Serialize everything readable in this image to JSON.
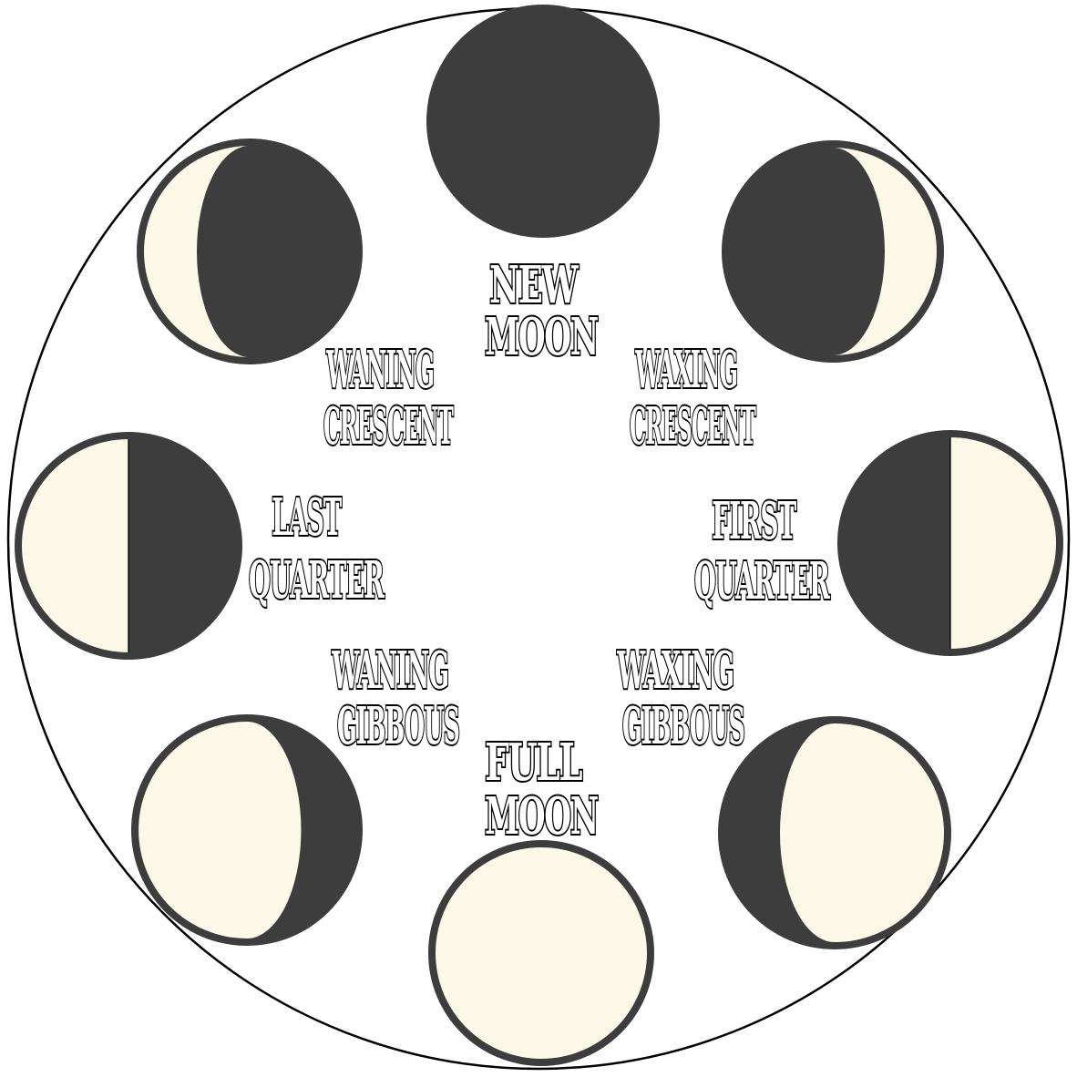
{
  "colors": {
    "dark": "#3d3d3d",
    "light": "#fdf9e9",
    "outline": "#3d3d3d",
    "frame": "#000000",
    "background": "#ffffff"
  },
  "phases": [
    {
      "key": "new_moon",
      "lines": [
        "NEW",
        "MOON"
      ],
      "lit_fraction": 0,
      "lit_side": "none"
    },
    {
      "key": "waxing_crescent",
      "lines": [
        "WAXING",
        "CRESCENT"
      ],
      "lit_fraction": 0.25,
      "lit_side": "right"
    },
    {
      "key": "first_quarter",
      "lines": [
        "FIRST",
        "QUARTER"
      ],
      "lit_fraction": 0.5,
      "lit_side": "right"
    },
    {
      "key": "waxing_gibbous",
      "lines": [
        "WAXING",
        "GIBBOUS"
      ],
      "lit_fraction": 0.75,
      "lit_side": "right"
    },
    {
      "key": "full_moon",
      "lines": [
        "FULL",
        "MOON"
      ],
      "lit_fraction": 1,
      "lit_side": "all"
    },
    {
      "key": "waning_gibbous",
      "lines": [
        "WANING",
        "GIBBOUS"
      ],
      "lit_fraction": 0.75,
      "lit_side": "left"
    },
    {
      "key": "last_quarter",
      "lines": [
        "LAST",
        "QUARTER"
      ],
      "lit_fraction": 0.5,
      "lit_side": "left"
    },
    {
      "key": "waning_crescent",
      "lines": [
        "WANING",
        "CRESCENT"
      ],
      "lit_fraction": 0.25,
      "lit_side": "left"
    }
  ]
}
